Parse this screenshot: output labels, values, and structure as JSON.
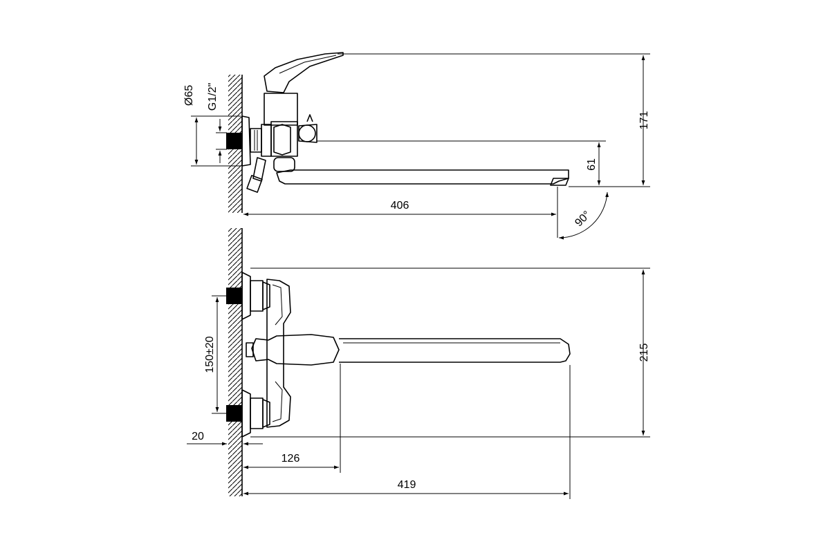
{
  "dimensions": {
    "outlet_height": "171",
    "spout_height": "61",
    "spout_reach": "406",
    "swivel_angle": "90°",
    "flange_diameter": "Ø65",
    "thread_size": "G1/2\"",
    "center_distance": "150±20",
    "top_height": "215",
    "wall_offset": "20",
    "body_depth": "126",
    "overall_reach": "419"
  },
  "colors": {
    "line": "#000000",
    "background": "#ffffff"
  }
}
